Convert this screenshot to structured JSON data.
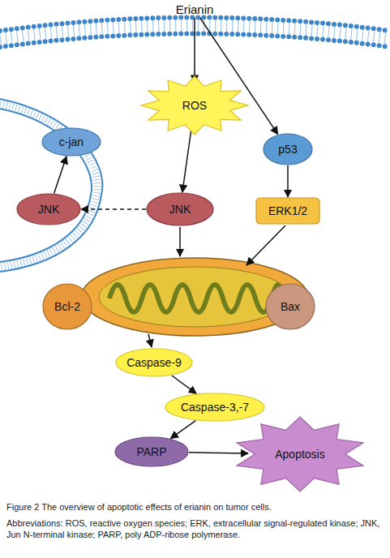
{
  "diagram": {
    "caption": "Figure 2 The overview of apoptotic effects of erianin on tumor cells.",
    "nodes": [
      {
        "text": [
          "Erianin"
        ]
      },
      {
        "text": [
          "ROS"
        ]
      },
      {
        "text": [
          "p53"
        ]
      },
      {
        "text": [
          "c-jan"
        ]
      },
      {
        "text": [
          "JNK"
        ]
      },
      {
        "text": [
          "JNK"
        ]
      },
      {
        "text": [
          "ERK1/2"
        ]
      },
      {
        "text": [
          "Bcl-2"
        ]
      },
      {
        "text": [
          "Bax"
        ]
      },
      {
        "text": [
          "Caspase-9"
        ]
      },
      {
        "text": [
          "Caspase-3,-7"
        ]
      },
      {
        "text": [
          "PARP"
        ]
      },
      {
        "text": [
          "Apoptosis"
        ]
      }
    ],
    "edges": [
      {
        "from": 0,
        "to": 1,
        "arrow": "to"
      },
      {
        "from": 0,
        "to": 2,
        "arrow": "to"
      },
      {
        "from": 1,
        "to": 5,
        "arrow": "to"
      },
      {
        "from": 2,
        "to": 6,
        "arrow": "to"
      },
      {
        "from": 5,
        "to": 4,
        "arrow": "to"
      },
      {
        "from": 4,
        "to": 3,
        "arrow": "to"
      },
      {
        "from": 9,
        "to": 10,
        "arrow": "to"
      },
      {
        "from": 10,
        "to": 11,
        "arrow": "to"
      },
      {
        "from": 11,
        "to": 12,
        "arrow": "to"
      }
    ],
    "labels": [
      "Abbreviations: ROS, reactive oxygen species; ERK, extracellular signal-regulated kinase; JNK, Jun N-terminal kinase; PARP, poly ADP-ribose polymerase."
    ]
  }
}
